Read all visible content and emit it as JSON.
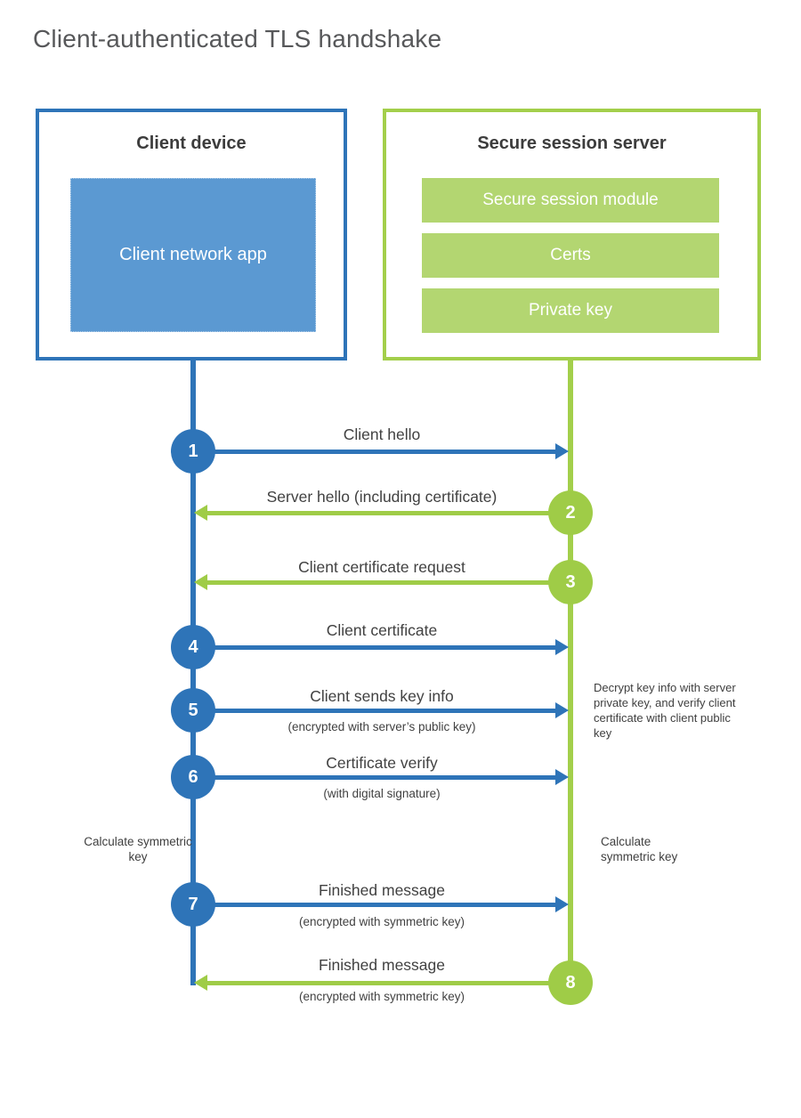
{
  "title": "Client-authenticated TLS handshake",
  "colors": {
    "blue": "#2e74b8",
    "blue_fill": "#5b99d2",
    "green": "#9fcc47",
    "green_border": "#a3cf4b",
    "green_fill": "#b3d671",
    "text_dark": "#3c3c3c",
    "text_label": "#414141"
  },
  "client_box": {
    "title": "Client device",
    "app_label": "Client network app"
  },
  "server_box": {
    "title": "Secure session server",
    "modules": [
      {
        "label": "Secure session module"
      },
      {
        "label": "Certs"
      },
      {
        "label": "Private key"
      }
    ]
  },
  "steps": [
    {
      "number": "1",
      "label": "Client hello",
      "sublabel": "",
      "direction": "right",
      "actor": "client"
    },
    {
      "number": "2",
      "label": "Server hello (including certificate)",
      "sublabel": "",
      "direction": "left",
      "actor": "server"
    },
    {
      "number": "3",
      "label": "Client certificate request",
      "sublabel": "",
      "direction": "left",
      "actor": "server"
    },
    {
      "number": "4",
      "label": "Client certificate",
      "sublabel": "",
      "direction": "right",
      "actor": "client"
    },
    {
      "number": "5",
      "label": "Client sends key info",
      "sublabel": "(encrypted with server’s public key)",
      "direction": "right",
      "actor": "client"
    },
    {
      "number": "6",
      "label": "Certificate verify",
      "sublabel": "(with digital signature)",
      "direction": "right",
      "actor": "client"
    },
    {
      "number": "7",
      "label": "Finished message",
      "sublabel": "(encrypted with symmetric key)",
      "direction": "right",
      "actor": "client"
    },
    {
      "number": "8",
      "label": "Finished message",
      "sublabel": "(encrypted with symmetric key)",
      "direction": "left",
      "actor": "server"
    }
  ],
  "notes": {
    "server_decrypt": "Decrypt key info with server private key, and verify client certificate with client public key",
    "client_calculate": "Calculate symmetric key",
    "server_calculate": "Calculate symmetric key"
  }
}
